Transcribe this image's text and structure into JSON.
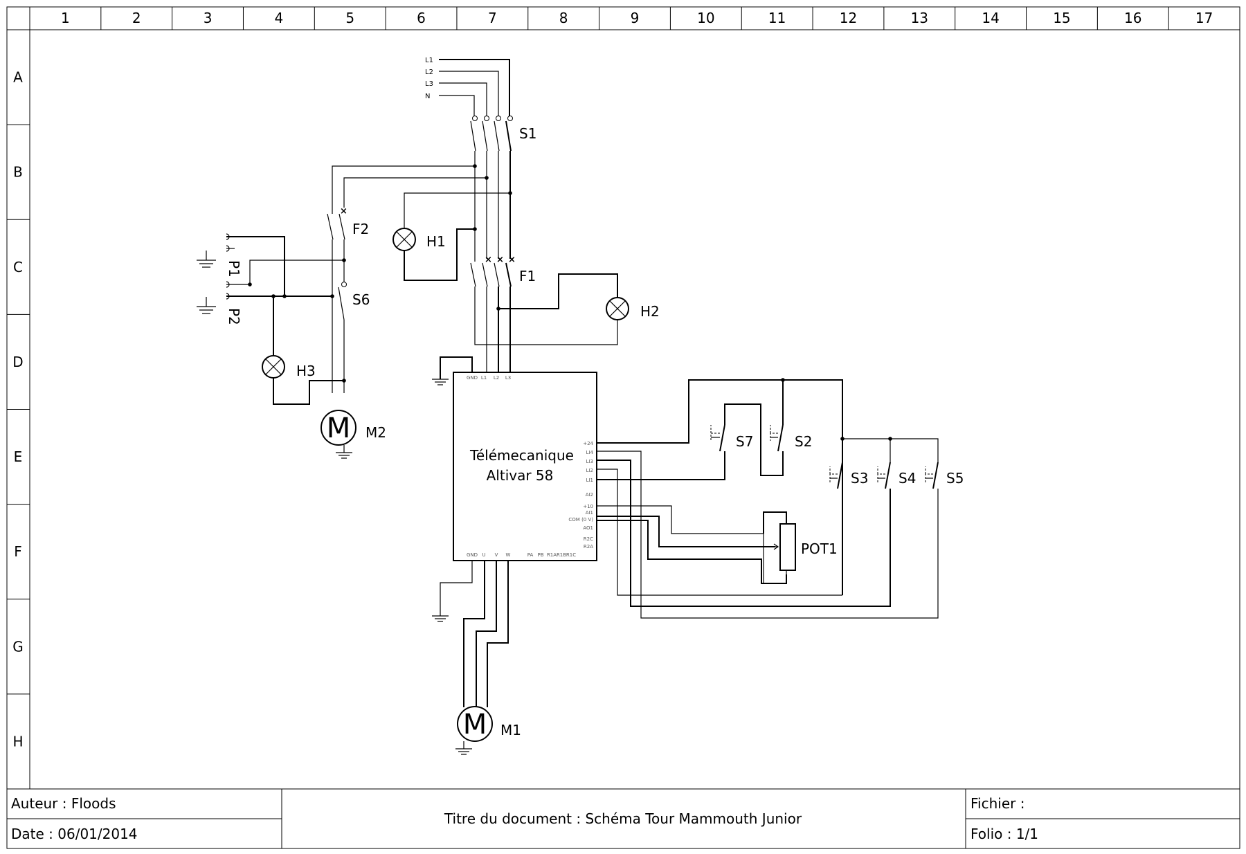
{
  "grid": {
    "columns": [
      "1",
      "2",
      "3",
      "4",
      "5",
      "6",
      "7",
      "8",
      "9",
      "10",
      "11",
      "12",
      "13",
      "14",
      "15",
      "16",
      "17"
    ],
    "rows": [
      "A",
      "B",
      "C",
      "D",
      "E",
      "F",
      "G",
      "H"
    ]
  },
  "supply_lines": [
    "L1",
    "L2",
    "L3",
    "N"
  ],
  "components": {
    "S1": "S1",
    "F1": "F1",
    "F2": "F2",
    "S6": "S6",
    "H1": "H1",
    "H2": "H2",
    "H3": "H3",
    "P1": "P1",
    "P2": "P2",
    "M1": "M1",
    "M2": "M2",
    "S2": "S2",
    "S3": "S3",
    "S4": "S4",
    "S5": "S5",
    "S7": "S7",
    "POT1": "POT1",
    "motor_symbol": "M"
  },
  "drive": {
    "name_line1": "Télémecanique",
    "name_line2": "Altivar 58",
    "top_terminals": [
      "GND",
      "L1",
      "L2",
      "L3"
    ],
    "right_terminals": [
      "+24",
      "LI4",
      "LI3",
      "LI2",
      "LI1",
      "AI2",
      "+10",
      "AI1",
      "COM (0 V)",
      "AO1",
      "R2C",
      "R2A"
    ],
    "bottom_terminals": [
      "GND",
      "U",
      "V",
      "W",
      "PA",
      "PB",
      "R1A",
      "R1B",
      "R1C"
    ]
  },
  "title_block": {
    "author": "Auteur : Floods",
    "date": "Date : 06/01/2014",
    "title": "Titre du document : Schéma Tour Mammouth Junior",
    "file": "Fichier :",
    "folio": "Folio : 1/1"
  }
}
